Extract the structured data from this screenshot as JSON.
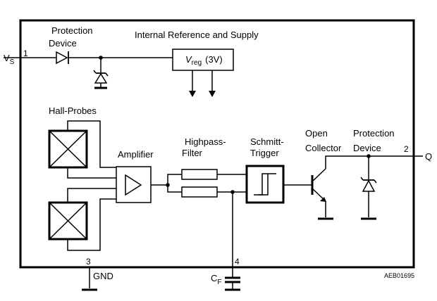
{
  "labels": {
    "internal_ref": "Internal Reference and Supply",
    "vreg_v": "V",
    "vreg_sub": "reg",
    "vreg_value": "(3V)",
    "protection_device_1": [
      "Protection",
      "Device"
    ],
    "hall_probes": "Hall-Probes",
    "amplifier": "Amplifier",
    "highpass_filter": [
      "Highpass-",
      "Filter"
    ],
    "schmitt_trigger": [
      "Schmitt-",
      "Trigger"
    ],
    "open_collector": [
      "Open",
      "Collector"
    ],
    "protection_device_2": [
      "Protection",
      "Device"
    ],
    "code": "AEB01695"
  },
  "pins": {
    "vs_letter": "V",
    "vs_sub": "S",
    "pin1": "1",
    "pin2": "2",
    "q": "Q",
    "pin3": "3",
    "gnd": "GND",
    "pin4": "4",
    "cf_letter": "C",
    "cf_sub": "F"
  }
}
